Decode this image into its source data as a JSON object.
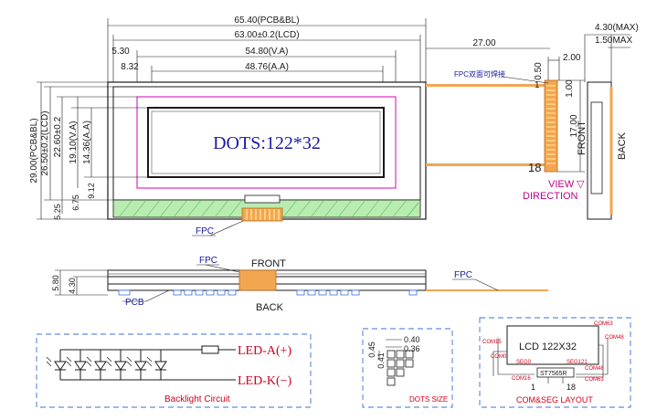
{
  "front_view": {
    "dims_top": [
      "65.40(PCB&BL)",
      "63.00±0.2(LCD)",
      "5.30",
      "54.80(V.A)",
      "8.32",
      "48.76(A.A)"
    ],
    "dims_left": [
      "29.00(PCB&BL)",
      "26.50±0.2(LCD)",
      "22.60±0.2",
      "19.10(V.A)",
      "14.36(A.A)",
      "5.25",
      "6.75",
      "9.12"
    ],
    "display_text": "DOTS:122*32",
    "fpc_label": "FPC"
  },
  "fpc_side": {
    "width_dim": "27.00",
    "fpc_note": "FPC双面可焊接",
    "dim_050": "0.50",
    "dim_100": "1.00",
    "dim_200": "2.00",
    "dim_1700": "17.00",
    "pin_first": "1",
    "pin_last": "18",
    "front_label": "FRONT",
    "view_direction": "VIEW ▽\nDIRECTION"
  },
  "side_view": {
    "dim_max_thickness": "4.30(MAX)",
    "dim_max_fpc": "1.50MAX",
    "back_label": "BACK"
  },
  "bottom_view": {
    "fpc_label": "FPC",
    "front_label": "FRONT",
    "back_label": "BACK",
    "pcb_label": "PCB",
    "fpc_right_label": "FPC",
    "dim_580": "5.80",
    "dim_430": "4.30"
  },
  "backlight": {
    "led_a": "LED-A(+)",
    "led_k": "LED-K(−)",
    "caption": "Backlight Circuit"
  },
  "dots": {
    "dim_040": "0.40",
    "dim_036": "0.36",
    "dim_045": "0.45",
    "dim_041": "0.41",
    "caption": "DOTS SIZE"
  },
  "layout": {
    "title": "LCD  122X32",
    "chip": "ST7565R",
    "labels": [
      "COM63",
      "COM48",
      "COM15",
      "COM0",
      "SEG0",
      "SEG121",
      "COM16",
      "COM48",
      "COM63"
    ],
    "pin1": "1",
    "pin18": "18",
    "caption": "COM&SEG  LAYOUT"
  }
}
